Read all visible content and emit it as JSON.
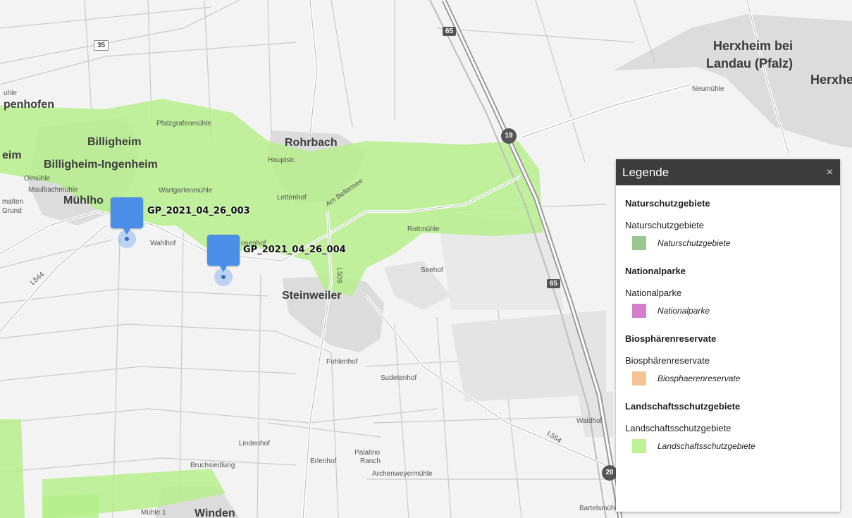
{
  "places": [
    {
      "id": "herxheim",
      "text": "Herxheim bei",
      "cls": "big"
    },
    {
      "id": "landau",
      "text": "Landau (Pfalz)",
      "cls": "big"
    },
    {
      "id": "herxhe",
      "text": "Herxhe",
      "cls": "big"
    },
    {
      "id": "rohrbach",
      "text": "Rohrbach",
      "cls": "mid"
    },
    {
      "id": "billigheim",
      "text": "Billigheim",
      "cls": "mid"
    },
    {
      "id": "billigheim-ingenheim",
      "text": "Billigheim-Ingenheim",
      "cls": "mid"
    },
    {
      "id": "steinweiler",
      "text": "Steinweiler",
      "cls": "mid"
    },
    {
      "id": "winden",
      "text": "Winden",
      "cls": "mid"
    },
    {
      "id": "penhofen",
      "text": "penhofen",
      "cls": "mid"
    },
    {
      "id": "muehlho",
      "text": "Mühlho",
      "cls": "mid"
    },
    {
      "id": "pfalzgrafenmuehle",
      "text": "Pfalzgrafenmühle",
      "cls": "small"
    },
    {
      "id": "wartgartenmuehle",
      "text": "Wartgartenmühle",
      "cls": "small"
    },
    {
      "id": "wahlhof",
      "text": "Wahlhof",
      "cls": "small"
    },
    {
      "id": "lettenhof",
      "text": "Lettenhof",
      "cls": "small"
    },
    {
      "id": "rottmuehle",
      "text": "Rottmühle",
      "cls": "small"
    },
    {
      "id": "seehof",
      "text": "Seehof",
      "cls": "small"
    },
    {
      "id": "fohlenhof",
      "text": "Fohlenhof",
      "cls": "small"
    },
    {
      "id": "sudetenhof",
      "text": "Sudetenhof",
      "cls": "small"
    },
    {
      "id": "lindenhof",
      "text": "Lindenhof",
      "cls": "small"
    },
    {
      "id": "bruchsiedlung",
      "text": "Bruchsiedlung",
      "cls": "small"
    },
    {
      "id": "erlenhof",
      "text": "Erlenhof",
      "cls": "small"
    },
    {
      "id": "palatino",
      "text": "Palatino",
      "cls": "small"
    },
    {
      "id": "ranch",
      "text": "Ranch",
      "cls": "small"
    },
    {
      "id": "archenweyermuehle",
      "text": "Archenweyermühle",
      "cls": "small"
    },
    {
      "id": "waldhof",
      "text": "Waldhof",
      "cls": "small"
    },
    {
      "id": "neumuehle",
      "text": "Neumühle",
      "cls": "small"
    },
    {
      "id": "muehle1",
      "text": "Mühle 1",
      "cls": "small"
    },
    {
      "id": "bartelsmuehl",
      "text": "Bartelsmühl",
      "cls": "small"
    },
    {
      "id": "olmuehle",
      "text": "Olmühle",
      "cls": "small"
    },
    {
      "id": "maulbach",
      "text": "Maulbachmühle",
      "cls": "small"
    },
    {
      "id": "uhle",
      "text": "uhle",
      "cls": "small"
    },
    {
      "id": "gund",
      "text": "Grund",
      "cls": "small"
    },
    {
      "id": "malten",
      "text": "malten",
      "cls": "small"
    },
    {
      "id": "eim",
      "text": "eim",
      "cls": "mid"
    },
    {
      "id": "hauptstr",
      "text": "Hauptstr.",
      "cls": "small"
    },
    {
      "id": "ambellensee",
      "text": "Am Bellensee",
      "cls": "small"
    },
    {
      "id": "l554",
      "text": "L554",
      "cls": "small"
    },
    {
      "id": "l544",
      "text": "L544",
      "cls": "small"
    },
    {
      "id": "l509",
      "text": "L509",
      "cls": "small"
    },
    {
      "id": "rosenhof",
      "text": "osenhof",
      "cls": "small"
    }
  ],
  "shields": [
    {
      "id": "s35",
      "text": "35"
    },
    {
      "id": "s65a",
      "text": "65"
    },
    {
      "id": "s65b",
      "text": "65"
    },
    {
      "id": "s19",
      "text": "19"
    },
    {
      "id": "s20",
      "text": "20"
    }
  ],
  "markers": [
    {
      "id": "m003",
      "label": "GP_2021_04_26_003"
    },
    {
      "id": "m004",
      "label": "GP_2021_04_26_004"
    }
  ],
  "legend": {
    "title": "Legende",
    "close": "×",
    "sections": [
      {
        "heading": "Naturschutzgebiete",
        "layer": "Naturschutzgebiete",
        "item": "Naturschutzgebiete",
        "color": "#9ac790"
      },
      {
        "heading": "Nationalparke",
        "layer": "Nationalparke",
        "item": "Nationalparke",
        "color": "#d47fcc"
      },
      {
        "heading": "Biosphärenreservate",
        "layer": "Biosphärenreservate",
        "item": "Biosphaerenreservate",
        "color": "#f6c494"
      },
      {
        "heading": "Landschaftsschutzgebiete",
        "layer": "Landschaftsschutzgebiete",
        "item": "Landschaftsschutzgebiete",
        "color": "#bdf297"
      }
    ]
  },
  "colors": {
    "protected_area": "#b6ee8c",
    "marker": "#4b8ee8",
    "legend_header": "#3c3c3c"
  }
}
